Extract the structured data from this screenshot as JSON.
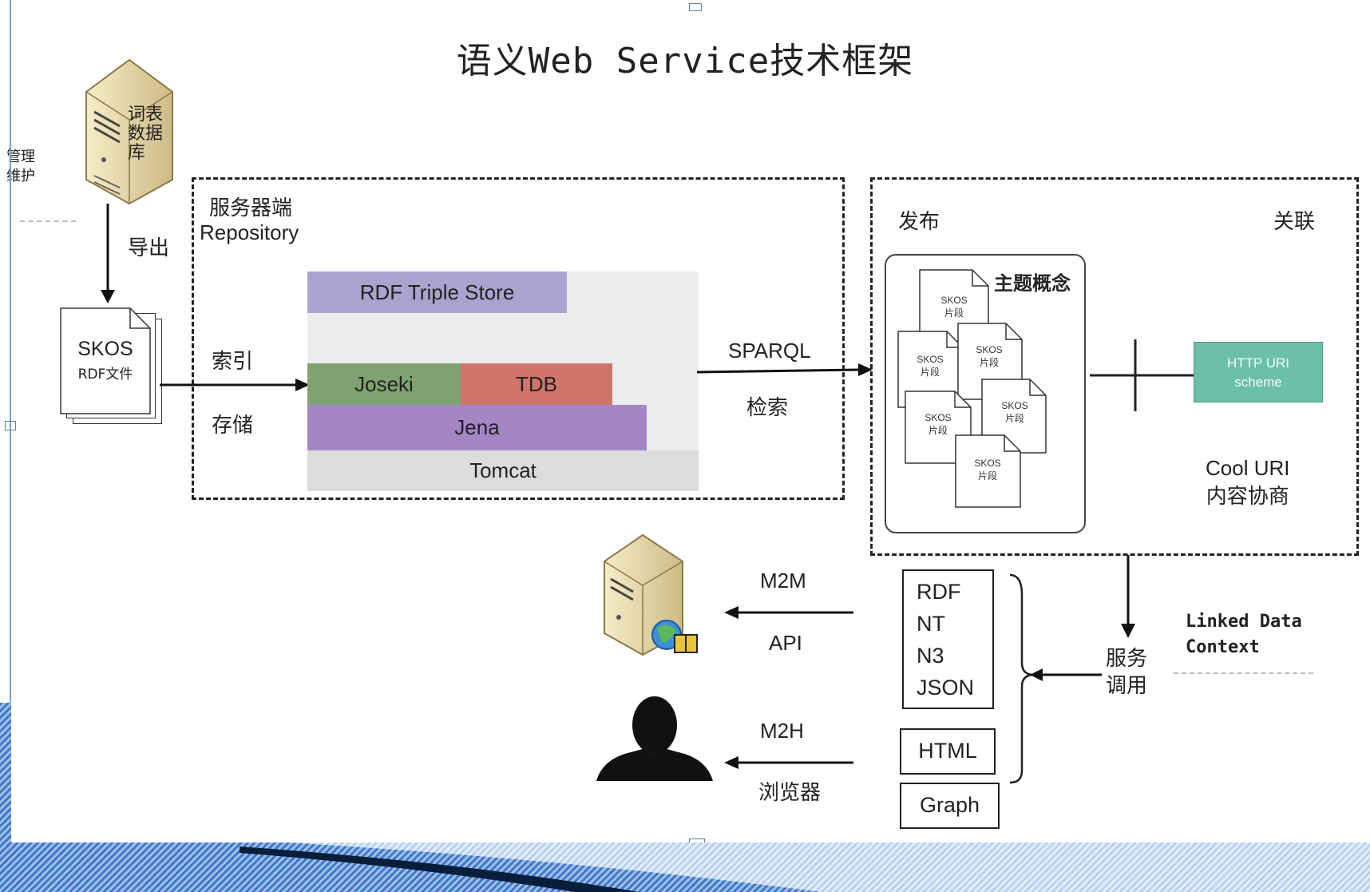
{
  "title": "语义Web Service技术框架",
  "side_note": {
    "line1": "管理",
    "line2": "维护"
  },
  "database": {
    "label_line1": "词表",
    "label_line2": "数据",
    "label_line3": "库"
  },
  "export_label": "导出",
  "skos_file": {
    "line1": "SKOS",
    "line2": "RDF文件"
  },
  "index_label": "索引",
  "store_label": "存储",
  "server_box": {
    "title": "服务器端",
    "subtitle": "Repository"
  },
  "stack": {
    "rdf_triple_store": "RDF Triple Store",
    "joseki": "Joseki",
    "tdb": "TDB",
    "jena": "Jena",
    "tomcat": "Tomcat"
  },
  "sparql": {
    "label": "SPARQL",
    "sub": "检索"
  },
  "publish_box": {
    "publish": "发布",
    "link": "关联",
    "topic": "主题概念",
    "skos_doc_line1": "SKOS",
    "skos_doc_line2": "片段",
    "http_uri_line1": "HTTP URI",
    "http_uri_line2": "scheme",
    "cool_uri_line1": "Cool URI",
    "cool_uri_line2": "内容协商"
  },
  "service_call": {
    "line1": "服务",
    "line2": "调用"
  },
  "linked_data": {
    "line1": "Linked Data",
    "line2": "Context"
  },
  "formats": [
    "RDF",
    "NT",
    "N3",
    "JSON"
  ],
  "html_box": "HTML",
  "graph_box": "Graph",
  "m2m": {
    "label": "M2M",
    "sub": "API"
  },
  "m2h": {
    "label": "M2H",
    "sub": "浏览器"
  },
  "colors": {
    "rdf_store": "#aaa3d0",
    "joseki": "#7ea371",
    "tdb": "#cf756c",
    "jena": "#a486c6",
    "tomcat": "#dcdcdc",
    "stack_bg": "#ececec",
    "http_uri": "#6cbfa8",
    "slide_stripe": "#3f78c8"
  }
}
